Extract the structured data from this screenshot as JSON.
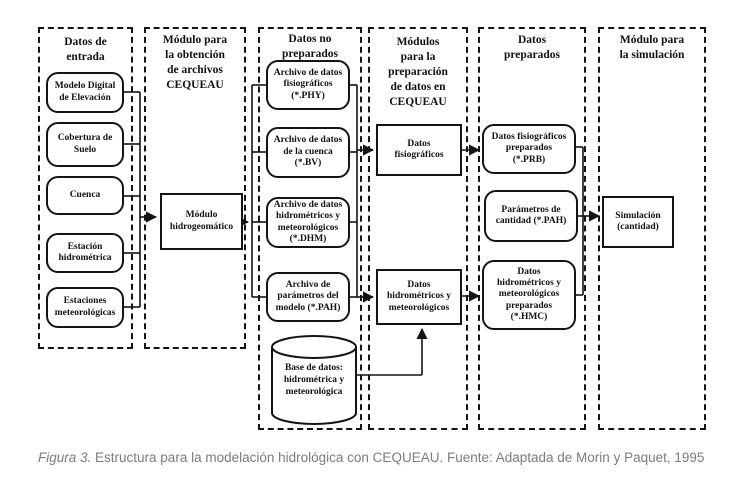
{
  "figure": {
    "caption_label": "Figura 3.",
    "caption_text": " Estructura para la modelación hidrológica con CEQUEAU. Fuente: Adaptada de Morin y Paquet, 1995"
  },
  "colors": {
    "line": "#141414",
    "caption_gray": "#7c7c7c",
    "background": "#ffffff"
  },
  "columns": [
    {
      "header": "Datos de\nentrada",
      "boxes": [
        "Modelo Digital\nde Elevación",
        "Cobertura de\nSuelo",
        "Cuenca",
        "Estación\nhidrométrica",
        "Estaciones\nmeteorológicas"
      ]
    },
    {
      "header": "Módulo para\nla obtención\nde archivos\nCEQUEAU",
      "boxes": [
        "Módulo\nhidrogeomático"
      ]
    },
    {
      "header": "Datos no\npreparados",
      "boxes": [
        "Archivo de datos\nfisiográficos\n(*.PHY)",
        "Archivo de datos\nde la cuenca\n(*.BV)",
        "Archivo de datos\nhidrométricos y\nmeteorológicos\n(*.DHM)",
        "Archivo de\nparámetros del\nmodelo (*.PAH)"
      ],
      "database": "Base de datos:\nhidrométrica y\nmeteorológica"
    },
    {
      "header": "Módulos\npara la\npreparación\nde datos en\nCEQUEAU",
      "boxes": [
        "Datos\nfisiográficos",
        "Datos\nhidrométricos y\nmeteorológicos"
      ]
    },
    {
      "header": "Datos\npreparados",
      "boxes": [
        "Datos fisiográficos\npreparados\n(*.PRB)",
        "Parámetros de\ncantidad (*.PAH)",
        "Datos\nhidrométricos y\nmeteorológicos\npreparados\n(*.HMC)"
      ]
    },
    {
      "header": "Módulo para\nla simulación",
      "boxes": [
        "Simulación\n(cantidad)"
      ]
    }
  ]
}
